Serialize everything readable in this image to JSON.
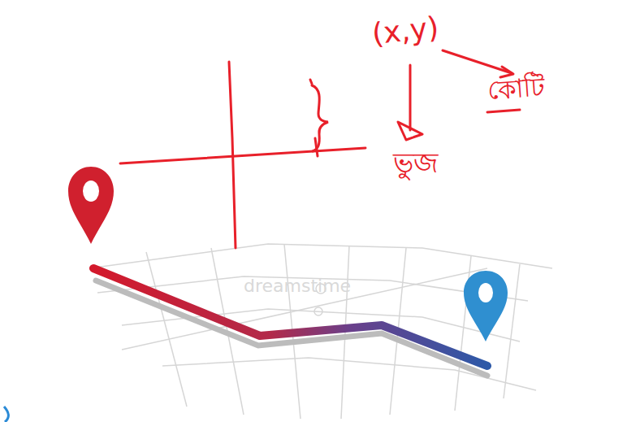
{
  "diagram": {
    "labels": [
      "(x,y)",
      "কোটি",
      "ভুজ",
      "dreamstime"
    ]
  }
}
